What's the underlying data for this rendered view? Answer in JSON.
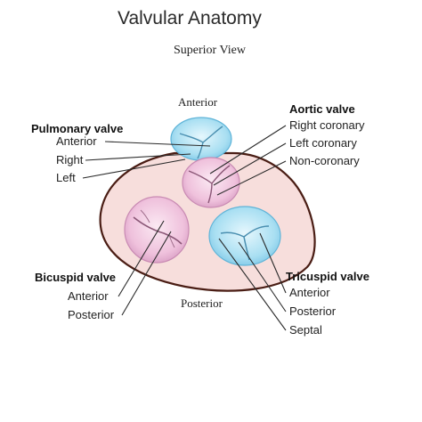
{
  "title": "Valvular Anatomy",
  "subtitle": "Superior View",
  "orientation": {
    "top": "Anterior",
    "bottom": "Posterior"
  },
  "pulmonary": {
    "heading": "Pulmonary valve",
    "items": [
      "Anterior",
      "Right",
      "Left"
    ]
  },
  "aortic": {
    "heading": "Aortic valve",
    "items": [
      "Right coronary",
      "Left coronary",
      "Non-coronary"
    ]
  },
  "bicuspid": {
    "heading": "Bicuspid valve",
    "items": [
      "Anterior",
      "Posterior"
    ]
  },
  "tricuspid": {
    "heading": "Tricuspid valve",
    "items": [
      "Anterior",
      "Posterior",
      "Septal"
    ]
  },
  "colors": {
    "heart_fill": "#f7dedc",
    "heart_outline": "#4a1d14",
    "blue_valve": "#a9dff2",
    "pink_valve": "#f1c6de",
    "leader": "#2a2a2a"
  }
}
